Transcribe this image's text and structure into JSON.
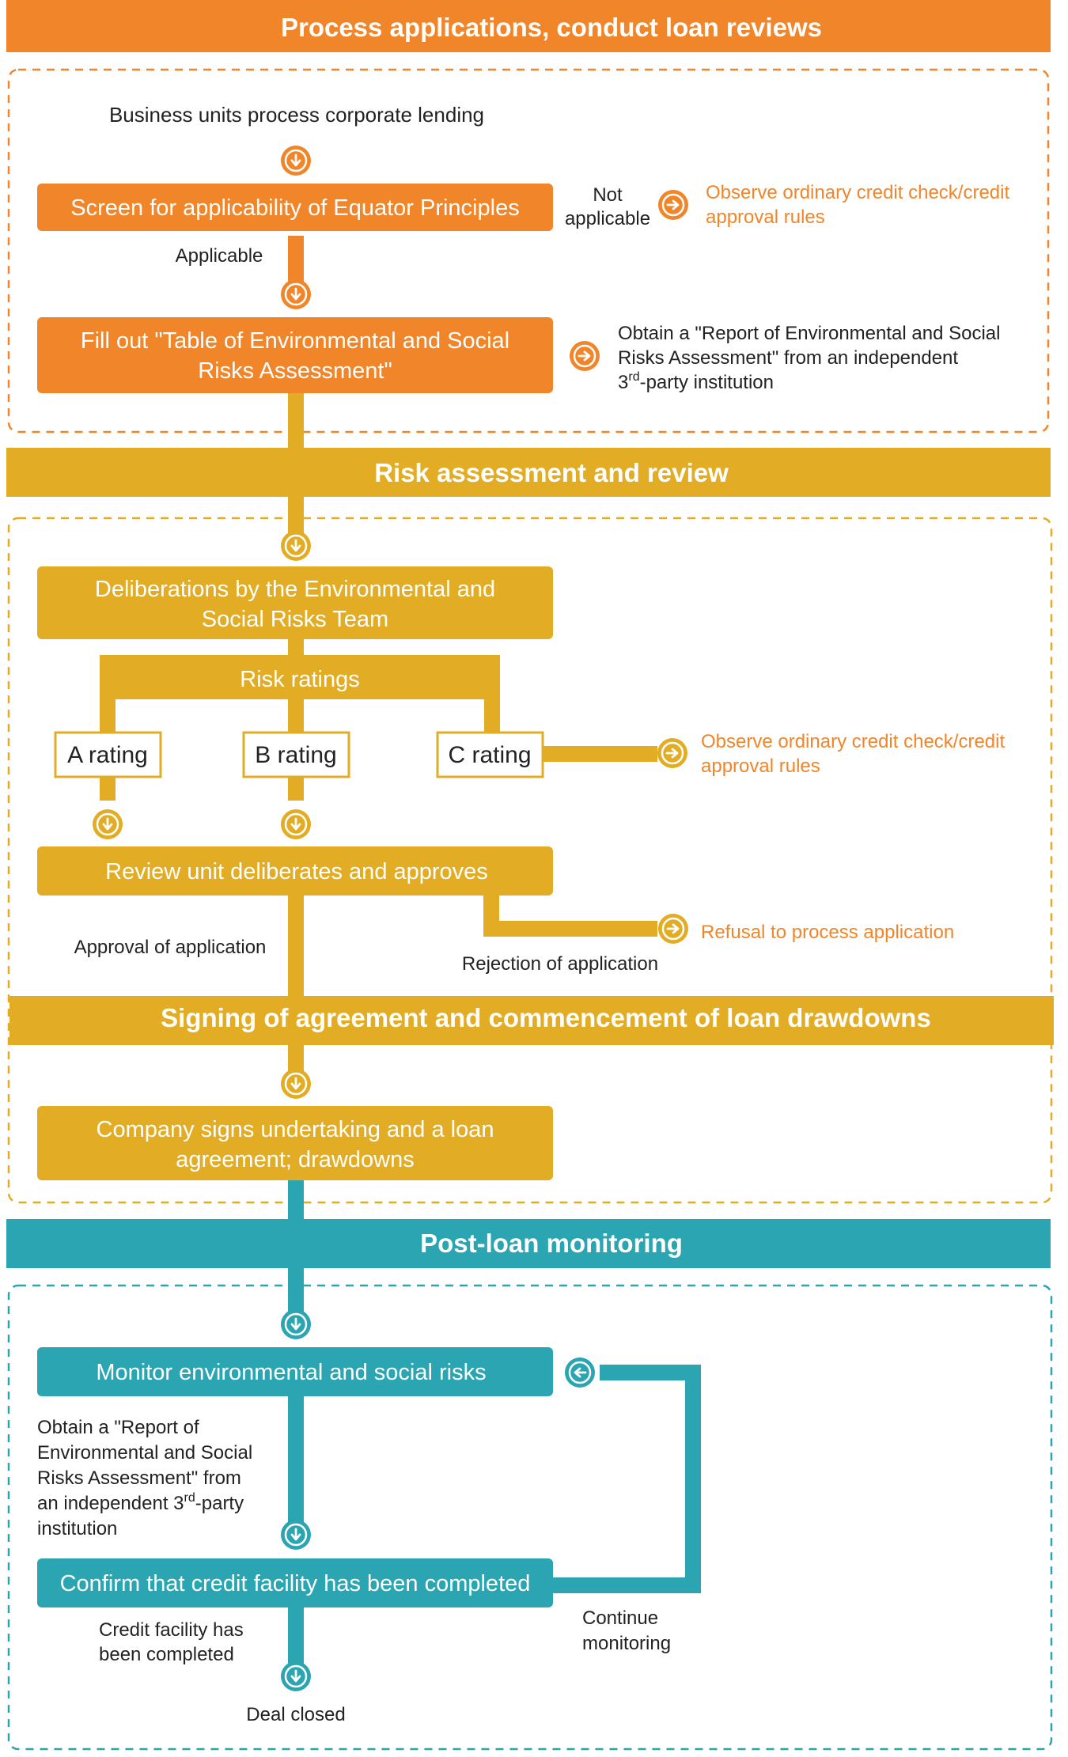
{
  "colors": {
    "orange": "#f0852a",
    "gold": "#e2ad24",
    "teal": "#2aa5b1",
    "text": "#222222"
  },
  "sections": {
    "s1": {
      "title": "Process applications, conduct loan reviews",
      "intro": "Business units process corporate lending",
      "screen_box": "Screen for applicability of Equator Principles",
      "not_applicable_1": "Not",
      "not_applicable_2": "applicable",
      "observe_1": "Observe ordinary credit check/credit",
      "observe_2": "approval rules",
      "applicable": "Applicable",
      "fill_box_1": "Fill out \"Table of Environmental and Social",
      "fill_box_2": "Risks Assessment\"",
      "obtain_1": "Obtain a \"Report of Environmental and Social",
      "obtain_2": "Risks Assessment\" from an independent",
      "obtain_3a": "3",
      "obtain_3sup": "rd",
      "obtain_3b": "-party institution"
    },
    "s2": {
      "title": "Risk assessment and review",
      "delib_1": "Deliberations by the Environmental and",
      "delib_2": "Social Risks Team",
      "risk_ratings": "Risk ratings",
      "a_rating": "A rating",
      "b_rating": "B rating",
      "c_rating": "C rating",
      "observe_1": "Observe ordinary credit check/credit",
      "observe_2": "approval rules",
      "review_box": "Review unit deliberates and approves",
      "approval": "Approval of application",
      "rejection": "Rejection of application",
      "refusal": "Refusal to process application"
    },
    "s3": {
      "title": "Signing of agreement and commencement of loan drawdowns",
      "sign_1": "Company signs undertaking and a loan",
      "sign_2": "agreement; drawdowns"
    },
    "s4": {
      "title": "Post-loan monitoring",
      "monitor_box": "Monitor environmental and social risks",
      "obtain_1": "Obtain a \"Report of",
      "obtain_2": "Environmental and Social",
      "obtain_3": "Risks Assessment\" from",
      "obtain_4a": "an independent 3",
      "obtain_4sup": "rd",
      "obtain_4b": "-party",
      "obtain_5": "institution",
      "confirm_box": "Confirm that credit facility has been completed",
      "completed_1": "Credit facility has",
      "completed_2": "been completed",
      "continue_1": "Continue",
      "continue_2": "monitoring",
      "deal_closed": "Deal closed"
    }
  }
}
